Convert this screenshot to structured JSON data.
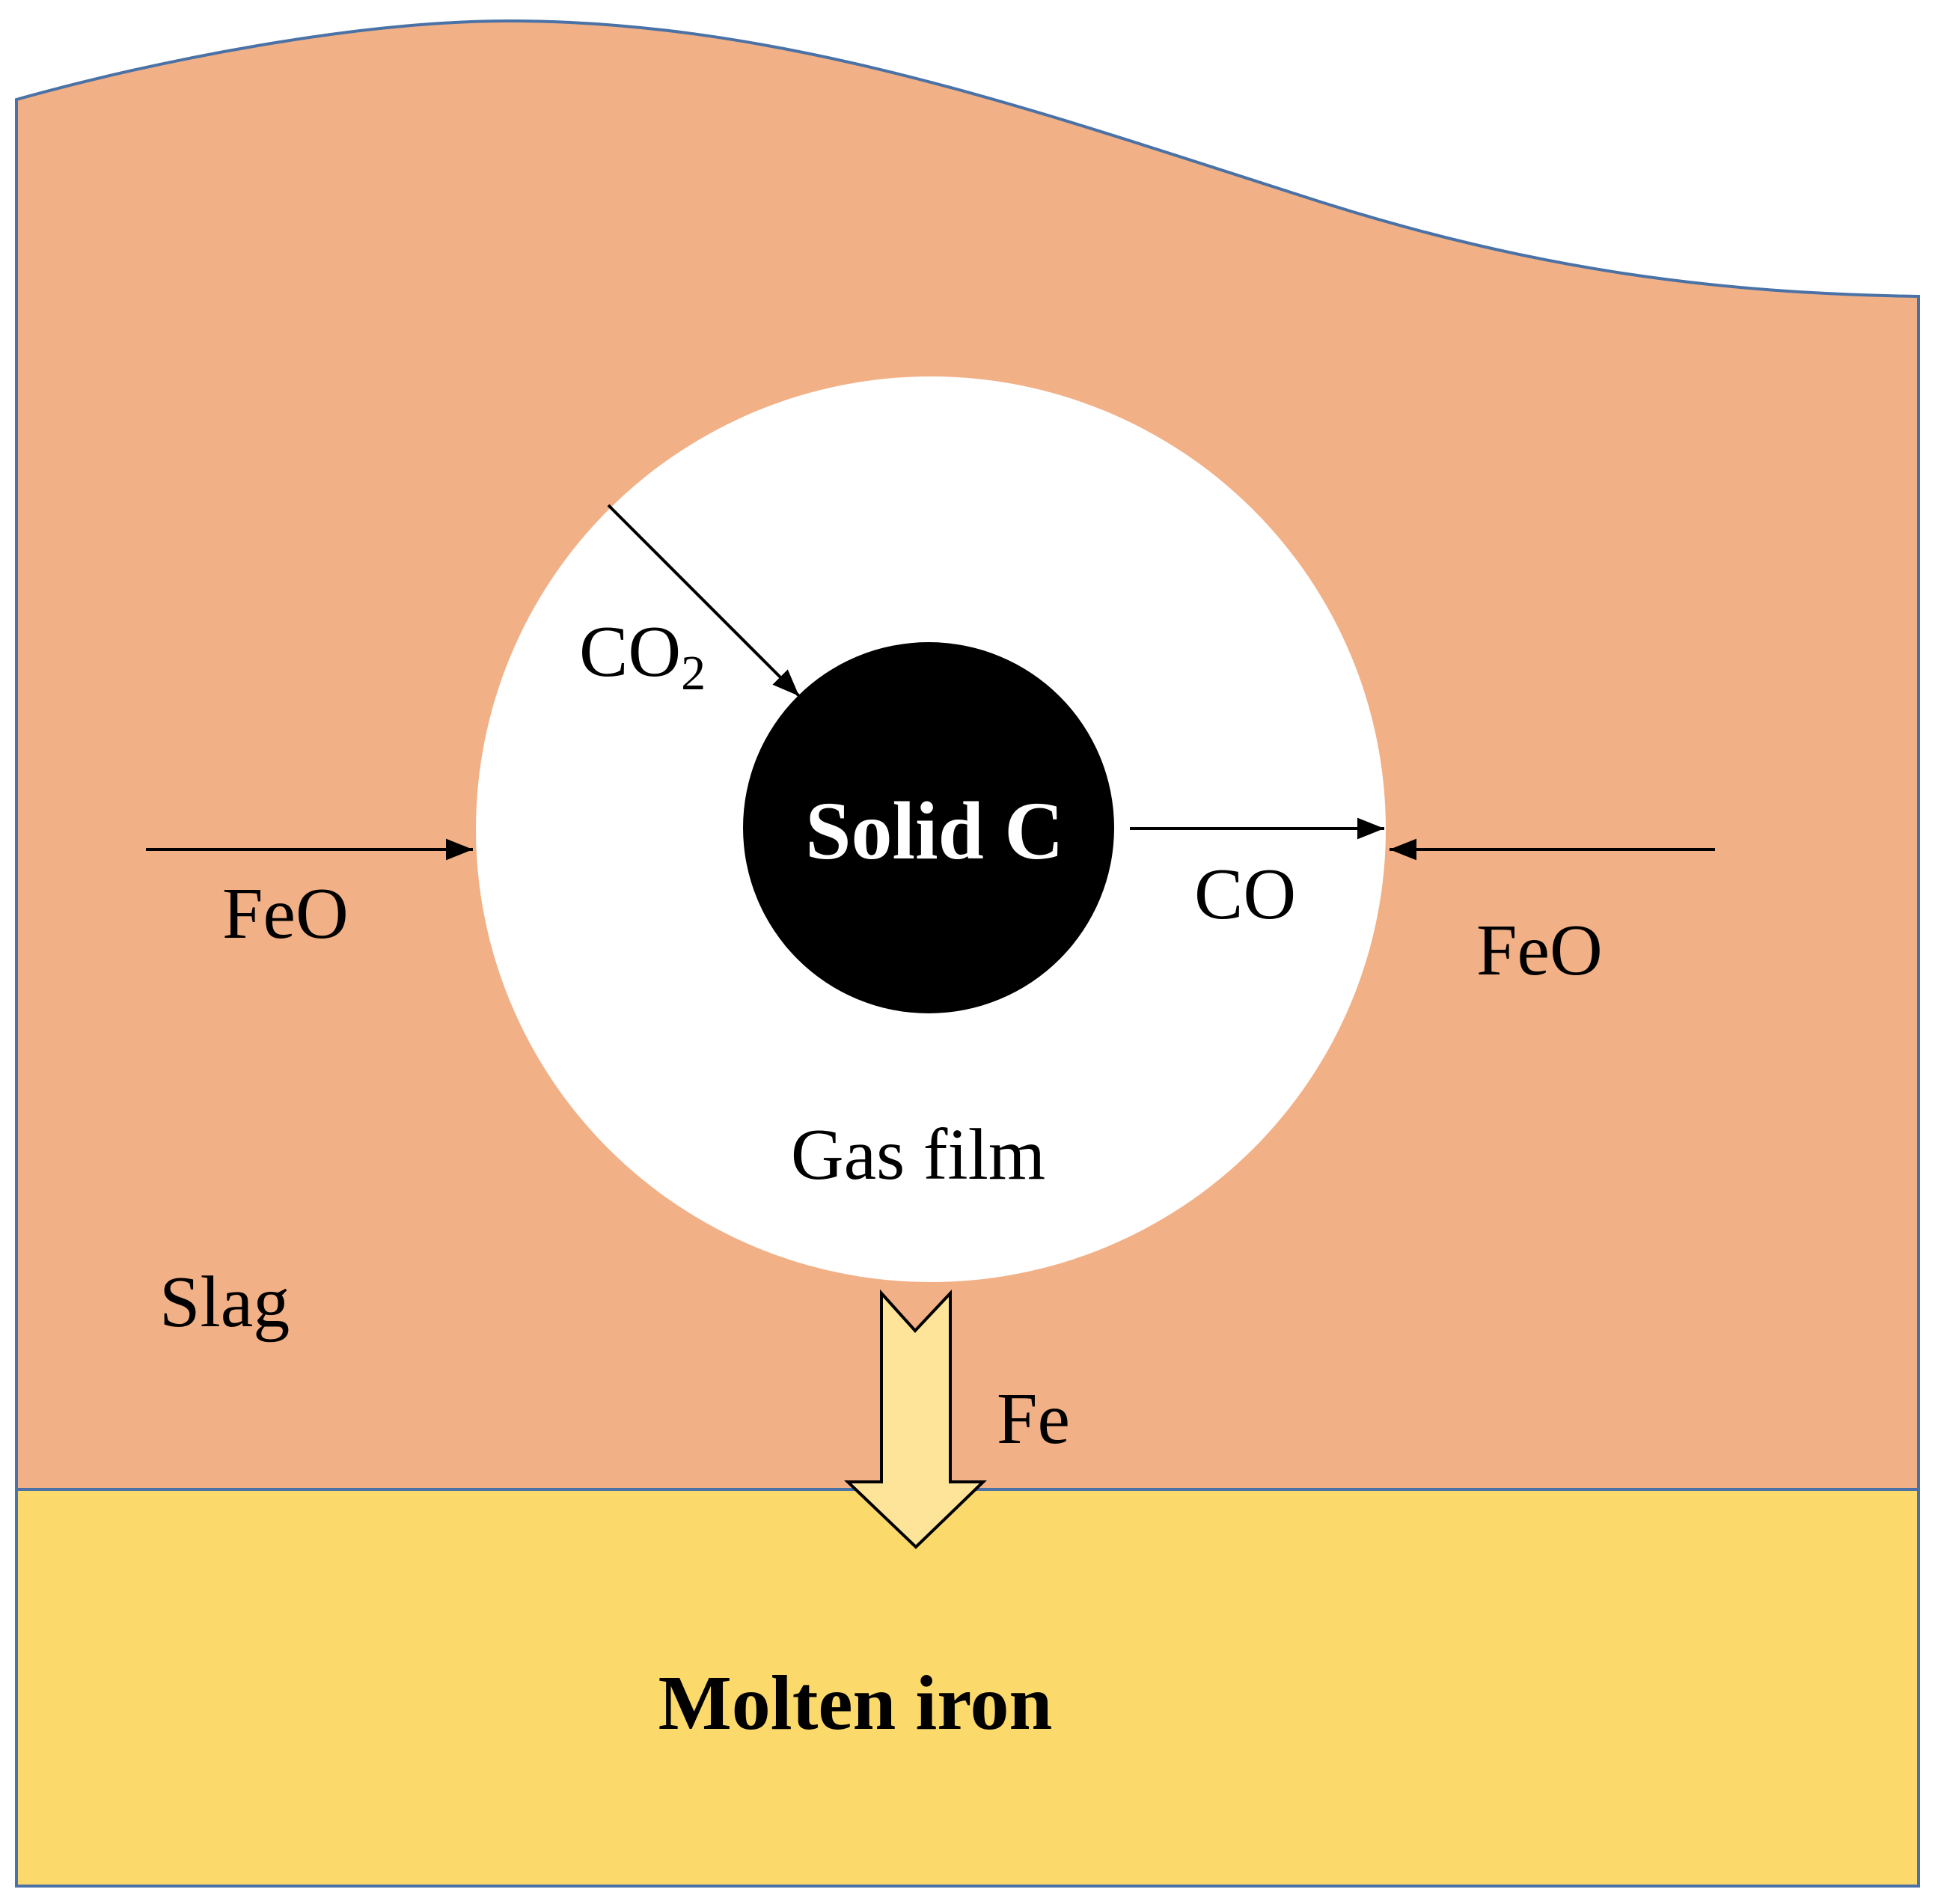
{
  "colors": {
    "slag": "#F2B086",
    "molten_iron": "#FCD96B",
    "outline": "#4A72A6",
    "gas_film": "#FFFFFF",
    "solid_carbon": "#000000",
    "fe_arrow_fill": "#FDE498",
    "arrow_stroke": "#000000"
  },
  "labels": {
    "solid_carbon": "Solid C",
    "gas_film": "Gas film",
    "slag": "Slag",
    "molten_iron": "Molten iron",
    "co2_main": "CO",
    "co2_sub": "2",
    "co": "CO",
    "feo_left": "FeO",
    "feo_right": "FeO",
    "fe": "Fe"
  }
}
